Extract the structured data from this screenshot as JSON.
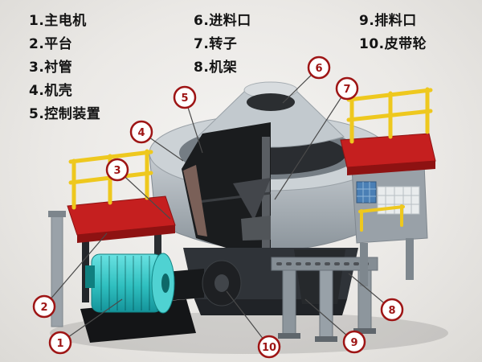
{
  "legend": {
    "col1": [
      "1.主电机",
      "2.平台",
      "3.衬管",
      "4.机壳",
      "5.控制装置"
    ],
    "col2": [
      "6.进料口",
      "7.转子",
      "8.机架"
    ],
    "col3": [
      "9.排料口",
      "10.皮带轮"
    ]
  },
  "callouts": [
    {
      "num": "1",
      "part": "主电机"
    },
    {
      "num": "2",
      "part": "平台"
    },
    {
      "num": "3",
      "part": "衬管"
    },
    {
      "num": "4",
      "part": "机壳"
    },
    {
      "num": "5",
      "part": "控制装置"
    },
    {
      "num": "6",
      "part": "进料口"
    },
    {
      "num": "7",
      "part": "转子"
    },
    {
      "num": "8",
      "part": "机架"
    },
    {
      "num": "9",
      "part": "排料口"
    },
    {
      "num": "10",
      "part": "皮带轮"
    }
  ],
  "colors": {
    "background": "#ebe9e6",
    "callout_red": "#9e1515",
    "platform_red": "#c51f1f",
    "motor_teal": "#2fbfbf",
    "railing_yellow": "#eec81e",
    "machine_gray": "#aeb7be",
    "interior_dark": "#1a1c1e",
    "text": "#141414"
  }
}
